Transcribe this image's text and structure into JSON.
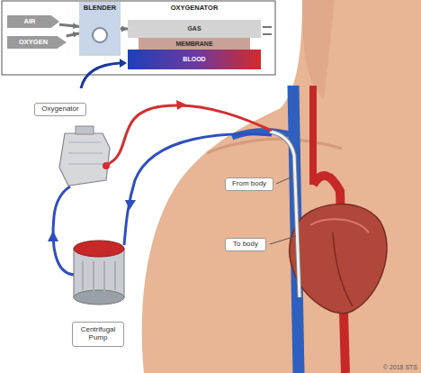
{
  "diagram": {
    "nodes": [
      {
        "text": [
          "BLENDER"
        ]
      },
      {
        "text": [
          "AIR"
        ]
      },
      {
        "text": [
          "OXYGEN"
        ]
      },
      {
        "text": [
          "OXYGENATOR"
        ]
      },
      {
        "text": [
          "GAS"
        ],
        "in": 3
      },
      {
        "text": [
          "MEMBRANE"
        ],
        "in": 3
      },
      {
        "text": [
          "BLOOD"
        ],
        "in": 3
      },
      {
        "text": [
          "Oxygenator"
        ]
      },
      {
        "text": [
          "Centrifugal Pump"
        ]
      },
      {
        "text": [
          "From body"
        ]
      },
      {
        "text": [
          "To body"
        ]
      }
    ],
    "edges": [
      {
        "from": 1,
        "to": 0,
        "arrow": "to"
      },
      {
        "from": 2,
        "to": 0,
        "arrow": "to"
      },
      {
        "from": 0,
        "to": 4,
        "arrow": "to"
      }
    ],
    "labels": [
      "© 2018 STS"
    ]
  }
}
